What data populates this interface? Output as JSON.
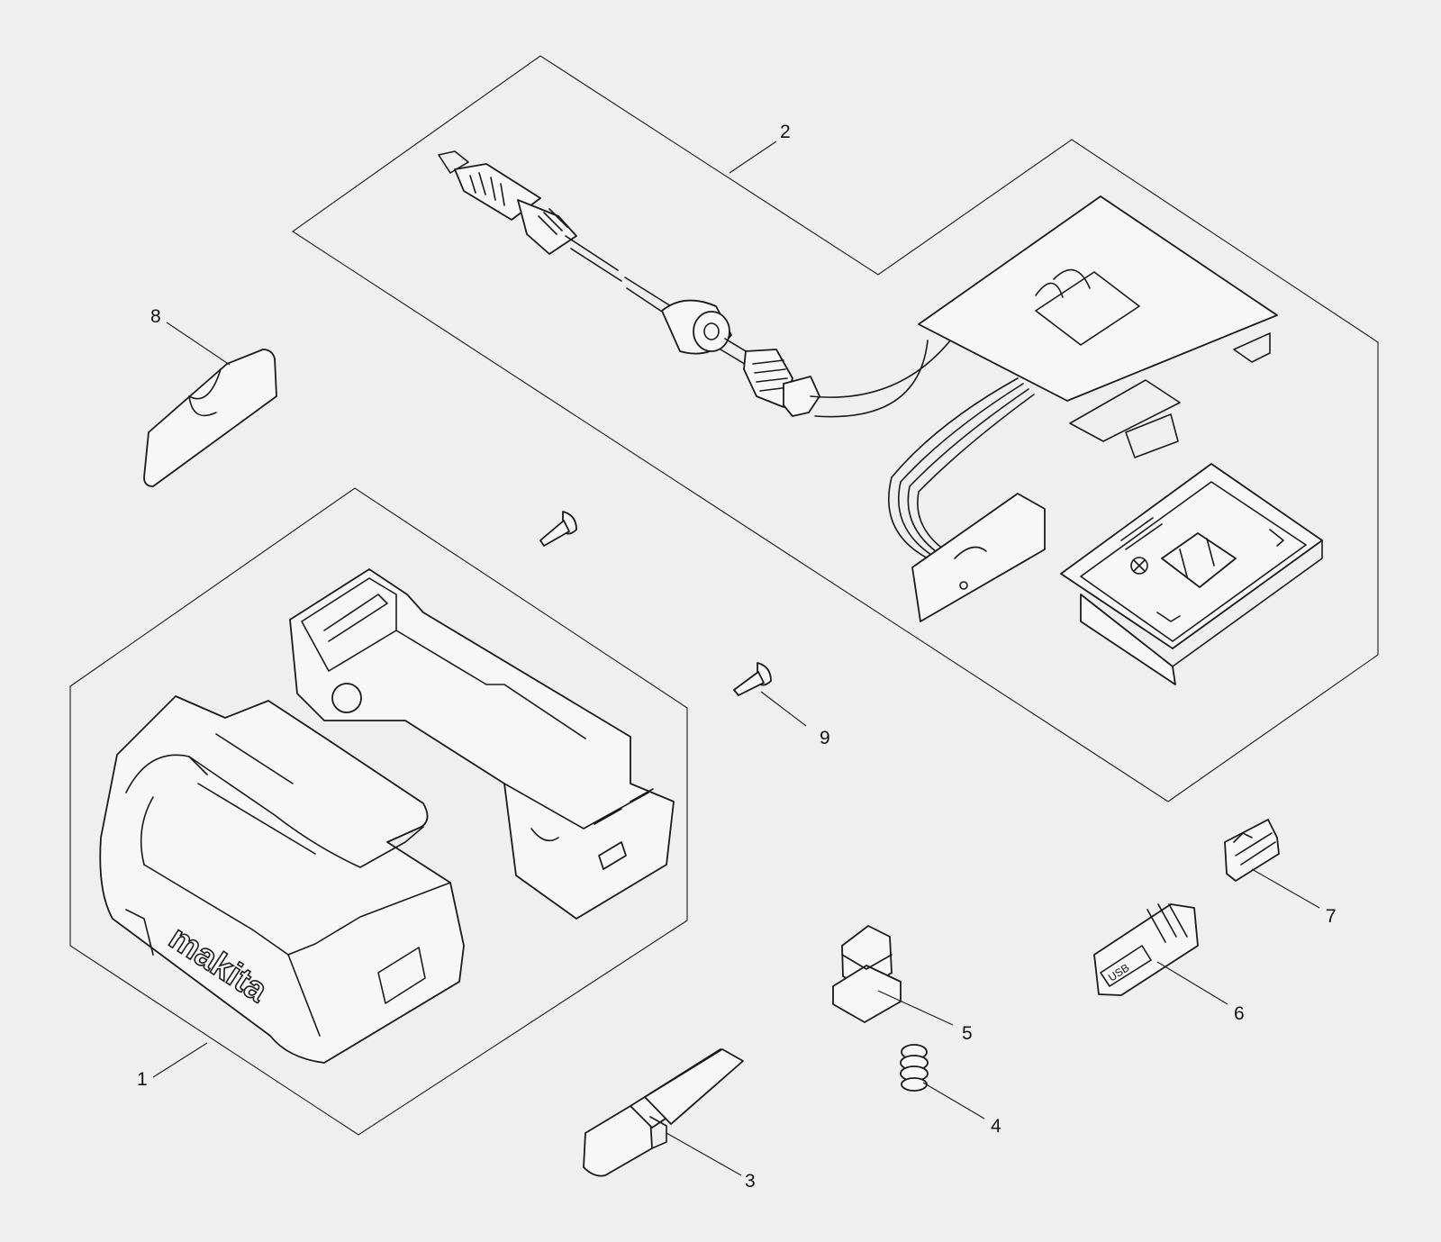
{
  "brand_text": "makita",
  "usb_text": "USB",
  "parts": [
    {
      "number": "1",
      "icon": "battery-housing-icon"
    },
    {
      "number": "2",
      "icon": "circuit-board-cable-icon"
    },
    {
      "number": "3",
      "icon": "hook-clip-icon"
    },
    {
      "number": "4",
      "icon": "compression-spring-icon"
    },
    {
      "number": "5",
      "icon": "latch-button-icon"
    },
    {
      "number": "6",
      "icon": "usb-cover-icon"
    },
    {
      "number": "7",
      "icon": "switch-knob-icon"
    },
    {
      "number": "8",
      "icon": "label-sticker-icon"
    },
    {
      "number": "9",
      "icon": "tapping-screw-icon"
    }
  ]
}
